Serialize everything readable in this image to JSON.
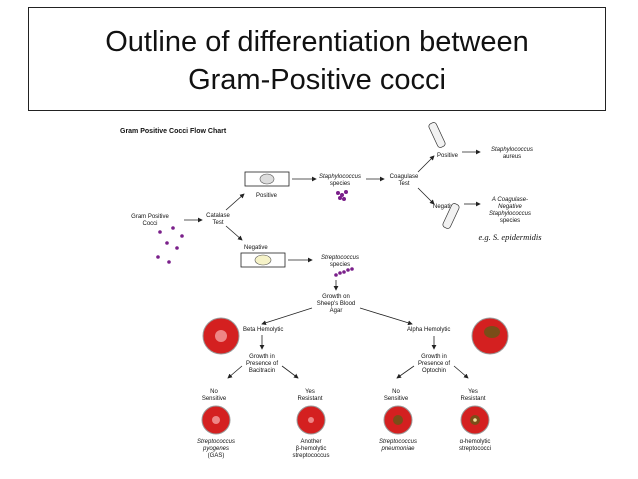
{
  "slide": {
    "title_line1": "Outline of differentiation between",
    "title_line2": "Gram-Positive cocci"
  },
  "chart": {
    "heading": "Gram Positive Cocci Flow Chart",
    "start": [
      "Gram Positive",
      "Cocci"
    ],
    "catalase": [
      "Catalase",
      "Test"
    ],
    "positive": "Positive",
    "negative": "Negative",
    "staph": [
      "Staphylococcus",
      "species"
    ],
    "coagulase": [
      "Coagulase",
      "Test"
    ],
    "coag_pos": "Positive",
    "coag_neg": "Negative",
    "saureus": [
      "Staphylococcus",
      "aureus"
    ],
    "cons": [
      "A Coagulase-",
      "Negative",
      "Staphylococcus",
      "species"
    ],
    "eg": "e.g. S. epidermidis",
    "strep": [
      "Streptococcus",
      "species"
    ],
    "growth": [
      "Growth on",
      "Sheep's Blood",
      "Agar"
    ],
    "beta": "Beta Hemolytic",
    "alpha": "Alpha Hemolytic",
    "bacitracin": [
      "Growth in",
      "Presence of",
      "Bacitracin"
    ],
    "optochin": [
      "Growth in",
      "Presence of",
      "Optochin"
    ],
    "bac_no": [
      "No",
      "Sensitive"
    ],
    "bac_yes": [
      "Yes",
      "Resistant"
    ],
    "opt_no": [
      "No",
      "Sensitive"
    ],
    "opt_yes": [
      "Yes",
      "Resistant"
    ],
    "pyogenes": [
      "Streptococcus",
      "pyogenes",
      "(GAS)"
    ],
    "other_beta": [
      "Another",
      "β-hemolytic",
      "streptococcus"
    ],
    "pneumoniae": [
      "Streptococcus",
      "pneumoniae"
    ],
    "other_alpha": [
      "α-hemolytic",
      "streptococci"
    ]
  },
  "colors": {
    "agar": "#d42020",
    "coccus": "#7a1f8a",
    "frame": "#222222"
  }
}
